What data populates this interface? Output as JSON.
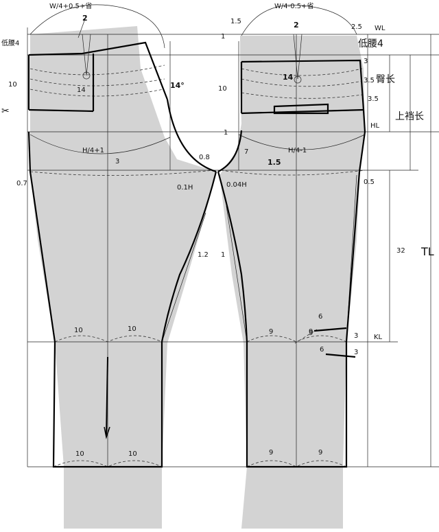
{
  "labels": {
    "front_waist_formula": "W/4+0.5+省",
    "back_waist_formula": "W/4-0.5+省",
    "front_hip_formula": "H/4+1",
    "back_hip_formula": "H/4-1",
    "low_waist_left": "低腰4",
    "low_waist_right": "低腰4",
    "wl": "WL",
    "hl": "HL",
    "kl": "KL",
    "tl": "TL",
    "hip_length": "臀长",
    "rise_length": "上裆长",
    "front_crotch": "0.1H",
    "back_crotch": "0.04H",
    "knee_length": "32"
  },
  "dims": {
    "d2_left": "2",
    "d2_right": "2",
    "d15_top": "1.5",
    "d1_top": "1",
    "d25": "2.5",
    "d3_right": "3",
    "d35a": "3.5",
    "d35b": "3.5",
    "d10_left": "10",
    "d10_right": "10",
    "d14_left": "14",
    "d14_right": "14",
    "d14deg": "14°",
    "d1_mid": "1",
    "d7": "7",
    "d3_hip": "3",
    "d08": "0.8",
    "d15_hip": "1.5",
    "d07": "0.7",
    "d05": "0.5",
    "d12": "1.2",
    "d1_leg": "1",
    "knee_front_a": "10",
    "knee_front_b": "10",
    "knee_back_a": "9",
    "knee_back_b": "9",
    "hem_front_a": "10",
    "hem_front_b": "10",
    "hem_back_a": "9",
    "hem_back_b": "9",
    "knee_9": "9",
    "d6a": "6",
    "d6b": "6",
    "d3_knee_a": "3",
    "d3_knee_b": "3"
  }
}
